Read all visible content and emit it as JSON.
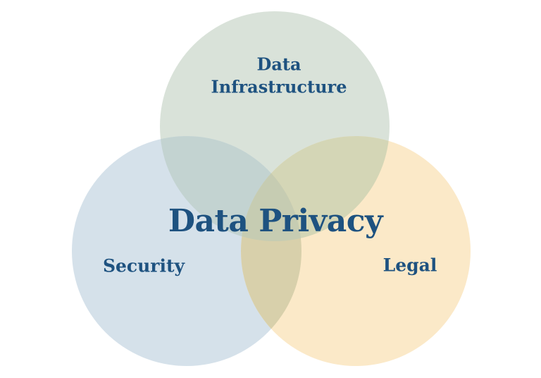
{
  "diagram": {
    "type": "venn",
    "description": "Three-circle Venn diagram titled Data Privacy at the intersection of Data Infrastructure, Security and Legal",
    "text_color": "#1e5280",
    "background_color": "#ffffff",
    "labels": {
      "top_circle": "Data Infrastructure",
      "left_circle": "Security",
      "right_circle": "Legal",
      "center_intersection": "Data Privacy"
    },
    "regions": {
      "top": {
        "name": "data-infrastructure",
        "color": "#d9e2d9"
      },
      "left": {
        "name": "security",
        "color": "#d5e1ea"
      },
      "right": {
        "name": "legal",
        "color": "#fbe9c8"
      },
      "top_left_overlap": {
        "name": "infrastructure-security",
        "color": "#c3d3d1"
      },
      "top_right_overlap": {
        "name": "infrastructure-legal",
        "color": "#d4d6b6"
      },
      "bottom_overlap": {
        "name": "security-legal",
        "color": "#d8d0ab"
      },
      "center": {
        "name": "data-privacy-core",
        "color": "#c6ccb2"
      }
    }
  }
}
